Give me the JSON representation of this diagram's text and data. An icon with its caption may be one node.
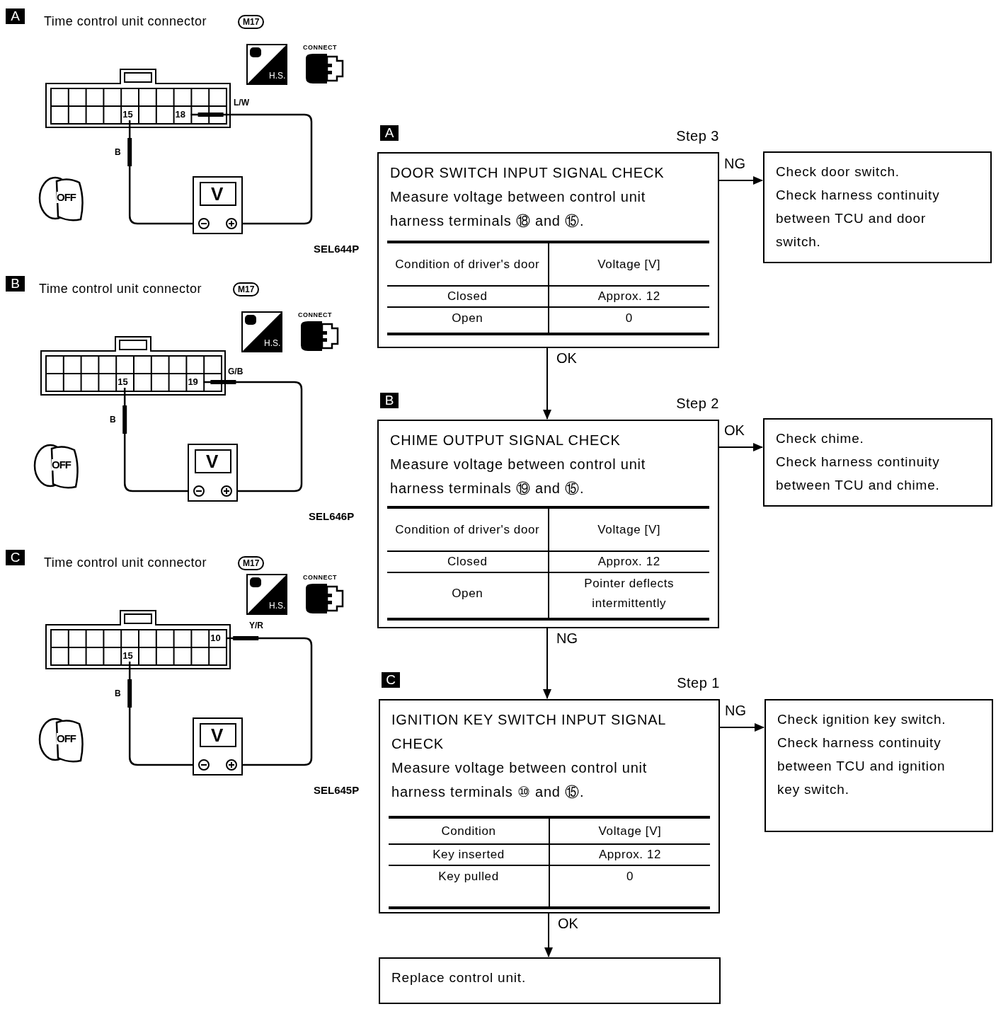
{
  "diagram": {
    "nodes": [
      {
        "text": [
          "DOOR SWITCH INPUT SIGNAL CHECK",
          "Measure voltage between control unit harness terminals ⑱ and ⑮.",
          "Condition of driver's door",
          "Voltage [V]",
          "Closed",
          "Approx. 12",
          "Open",
          "0"
        ],
        "beside": [
          "A",
          "Step 3"
        ]
      },
      {
        "text": [
          "Check door switch.",
          "Check harness continuity between TCU and door switch."
        ]
      },
      {
        "text": [
          "CHIME OUTPUT SIGNAL CHECK",
          "Measure voltage between control unit harness terminals ⑲ and ⑮.",
          "Condition of driver's door",
          "Voltage [V]",
          "Closed",
          "Approx. 12",
          "Open",
          "Pointer deflects intermittently"
        ],
        "beside": [
          "B",
          "Step 2"
        ]
      },
      {
        "text": [
          "Check chime.",
          "Check harness continuity between TCU and chime."
        ]
      },
      {
        "text": [
          "IGNITION KEY SWITCH INPUT SIGNAL CHECK",
          "Measure voltage between control unit harness terminals ⑩ and ⑮.",
          "Condition",
          "Voltage [V]",
          "Key inserted",
          "Approx. 12",
          "Key pulled",
          "0"
        ],
        "beside": [
          "C",
          "Step 1"
        ]
      },
      {
        "text": [
          "Check ignition key switch.",
          "Check harness continuity between TCU and ignition key switch."
        ]
      },
      {
        "text": [
          "Replace control unit."
        ]
      }
    ],
    "edges": [
      {
        "from": 0,
        "to": 1,
        "arrow": "to",
        "label": "NG"
      },
      {
        "from": 0,
        "to": 2,
        "arrow": "to",
        "label": "OK"
      },
      {
        "from": 2,
        "to": 3,
        "arrow": "to",
        "label": "OK"
      },
      {
        "from": 2,
        "to": 4,
        "arrow": "to",
        "label": "NG"
      },
      {
        "from": 4,
        "to": 5,
        "arrow": "to",
        "label": "NG"
      },
      {
        "from": 4,
        "to": 6,
        "arrow": "to",
        "label": "OK"
      }
    ],
    "labels": [
      "A",
      "Time control unit connector",
      "M17",
      "CONNECT",
      "H.S.",
      "L/W",
      "15",
      "18",
      "B",
      "V",
      "OFF",
      "SEL644P",
      "B",
      "Time control unit connector",
      "M17",
      "CONNECT",
      "H.S.",
      "G/B",
      "15",
      "19",
      "B",
      "V",
      "OFF",
      "SEL646P",
      "C",
      "Time control unit connector",
      "M17",
      "CONNECT",
      "H.S.",
      "Y/R",
      "15",
      "10",
      "B",
      "V",
      "OFF",
      "SEL645P"
    ]
  }
}
